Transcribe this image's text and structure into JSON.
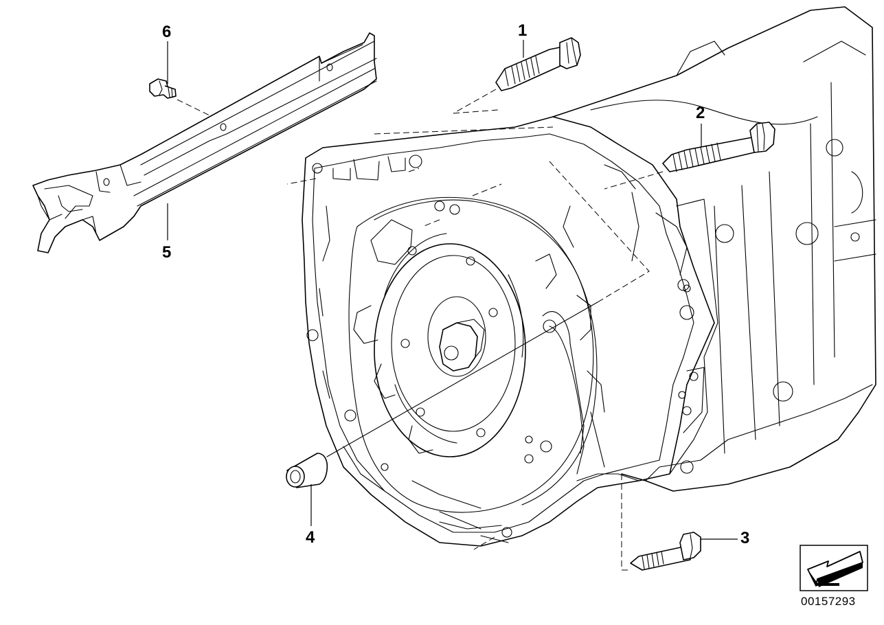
{
  "diagram": {
    "callouts": [
      {
        "id": "1",
        "label": "1"
      },
      {
        "id": "2",
        "label": "2"
      },
      {
        "id": "3",
        "label": "3"
      },
      {
        "id": "4",
        "label": "4"
      },
      {
        "id": "5",
        "label": "5"
      },
      {
        "id": "6",
        "label": "6"
      }
    ],
    "document_number": "00157293",
    "nav_icon": "arrow-back-icon"
  }
}
